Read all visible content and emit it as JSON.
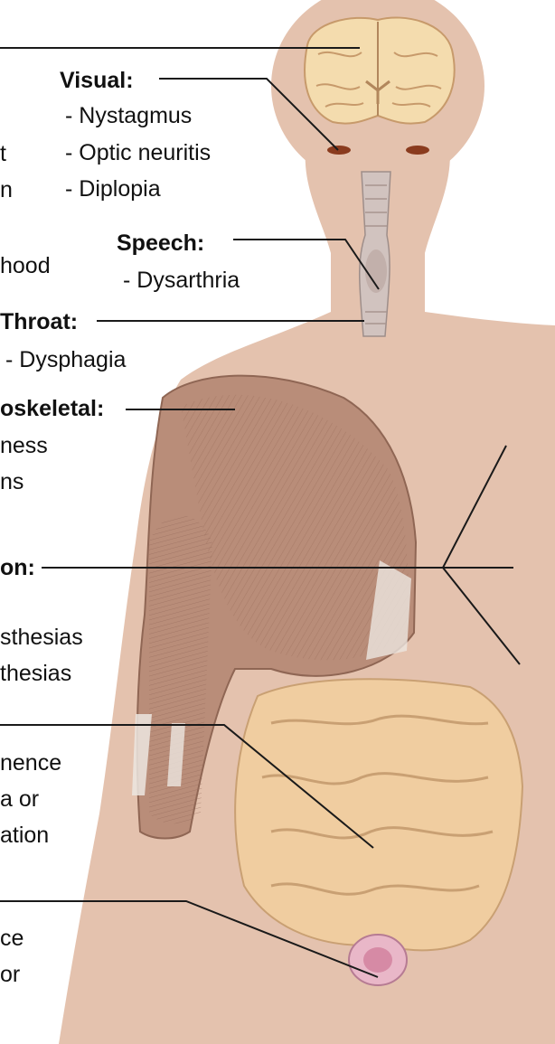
{
  "labels": {
    "top_partial": "",
    "visual": {
      "title": "Visual:",
      "items": [
        "- Nystagmus",
        "- Optic neuritis",
        "- Diplopia"
      ]
    },
    "left_fragments": [
      "t",
      "n",
      "hood"
    ],
    "speech": {
      "title": "Speech:",
      "items": [
        "- Dysarthria"
      ]
    },
    "throat": {
      "title": "Throat:",
      "items": [
        "- Dysphagia"
      ]
    },
    "musculoskeletal": {
      "title": "oskeletal:",
      "items": [
        "ness",
        "ns"
      ]
    },
    "sensation": {
      "title": "on:",
      "items": [
        "sthesias",
        "thesias"
      ]
    },
    "bowel": {
      "items": [
        "nence",
        "a or",
        "ation"
      ]
    },
    "urinary": {
      "items": [
        "ce",
        "or"
      ]
    }
  },
  "colors": {
    "skin": "#e4c2ae",
    "muscle": "#b98d79",
    "brain": "#f4dcae",
    "intestine": "#f0cda0",
    "line": "#1a1a1a"
  }
}
